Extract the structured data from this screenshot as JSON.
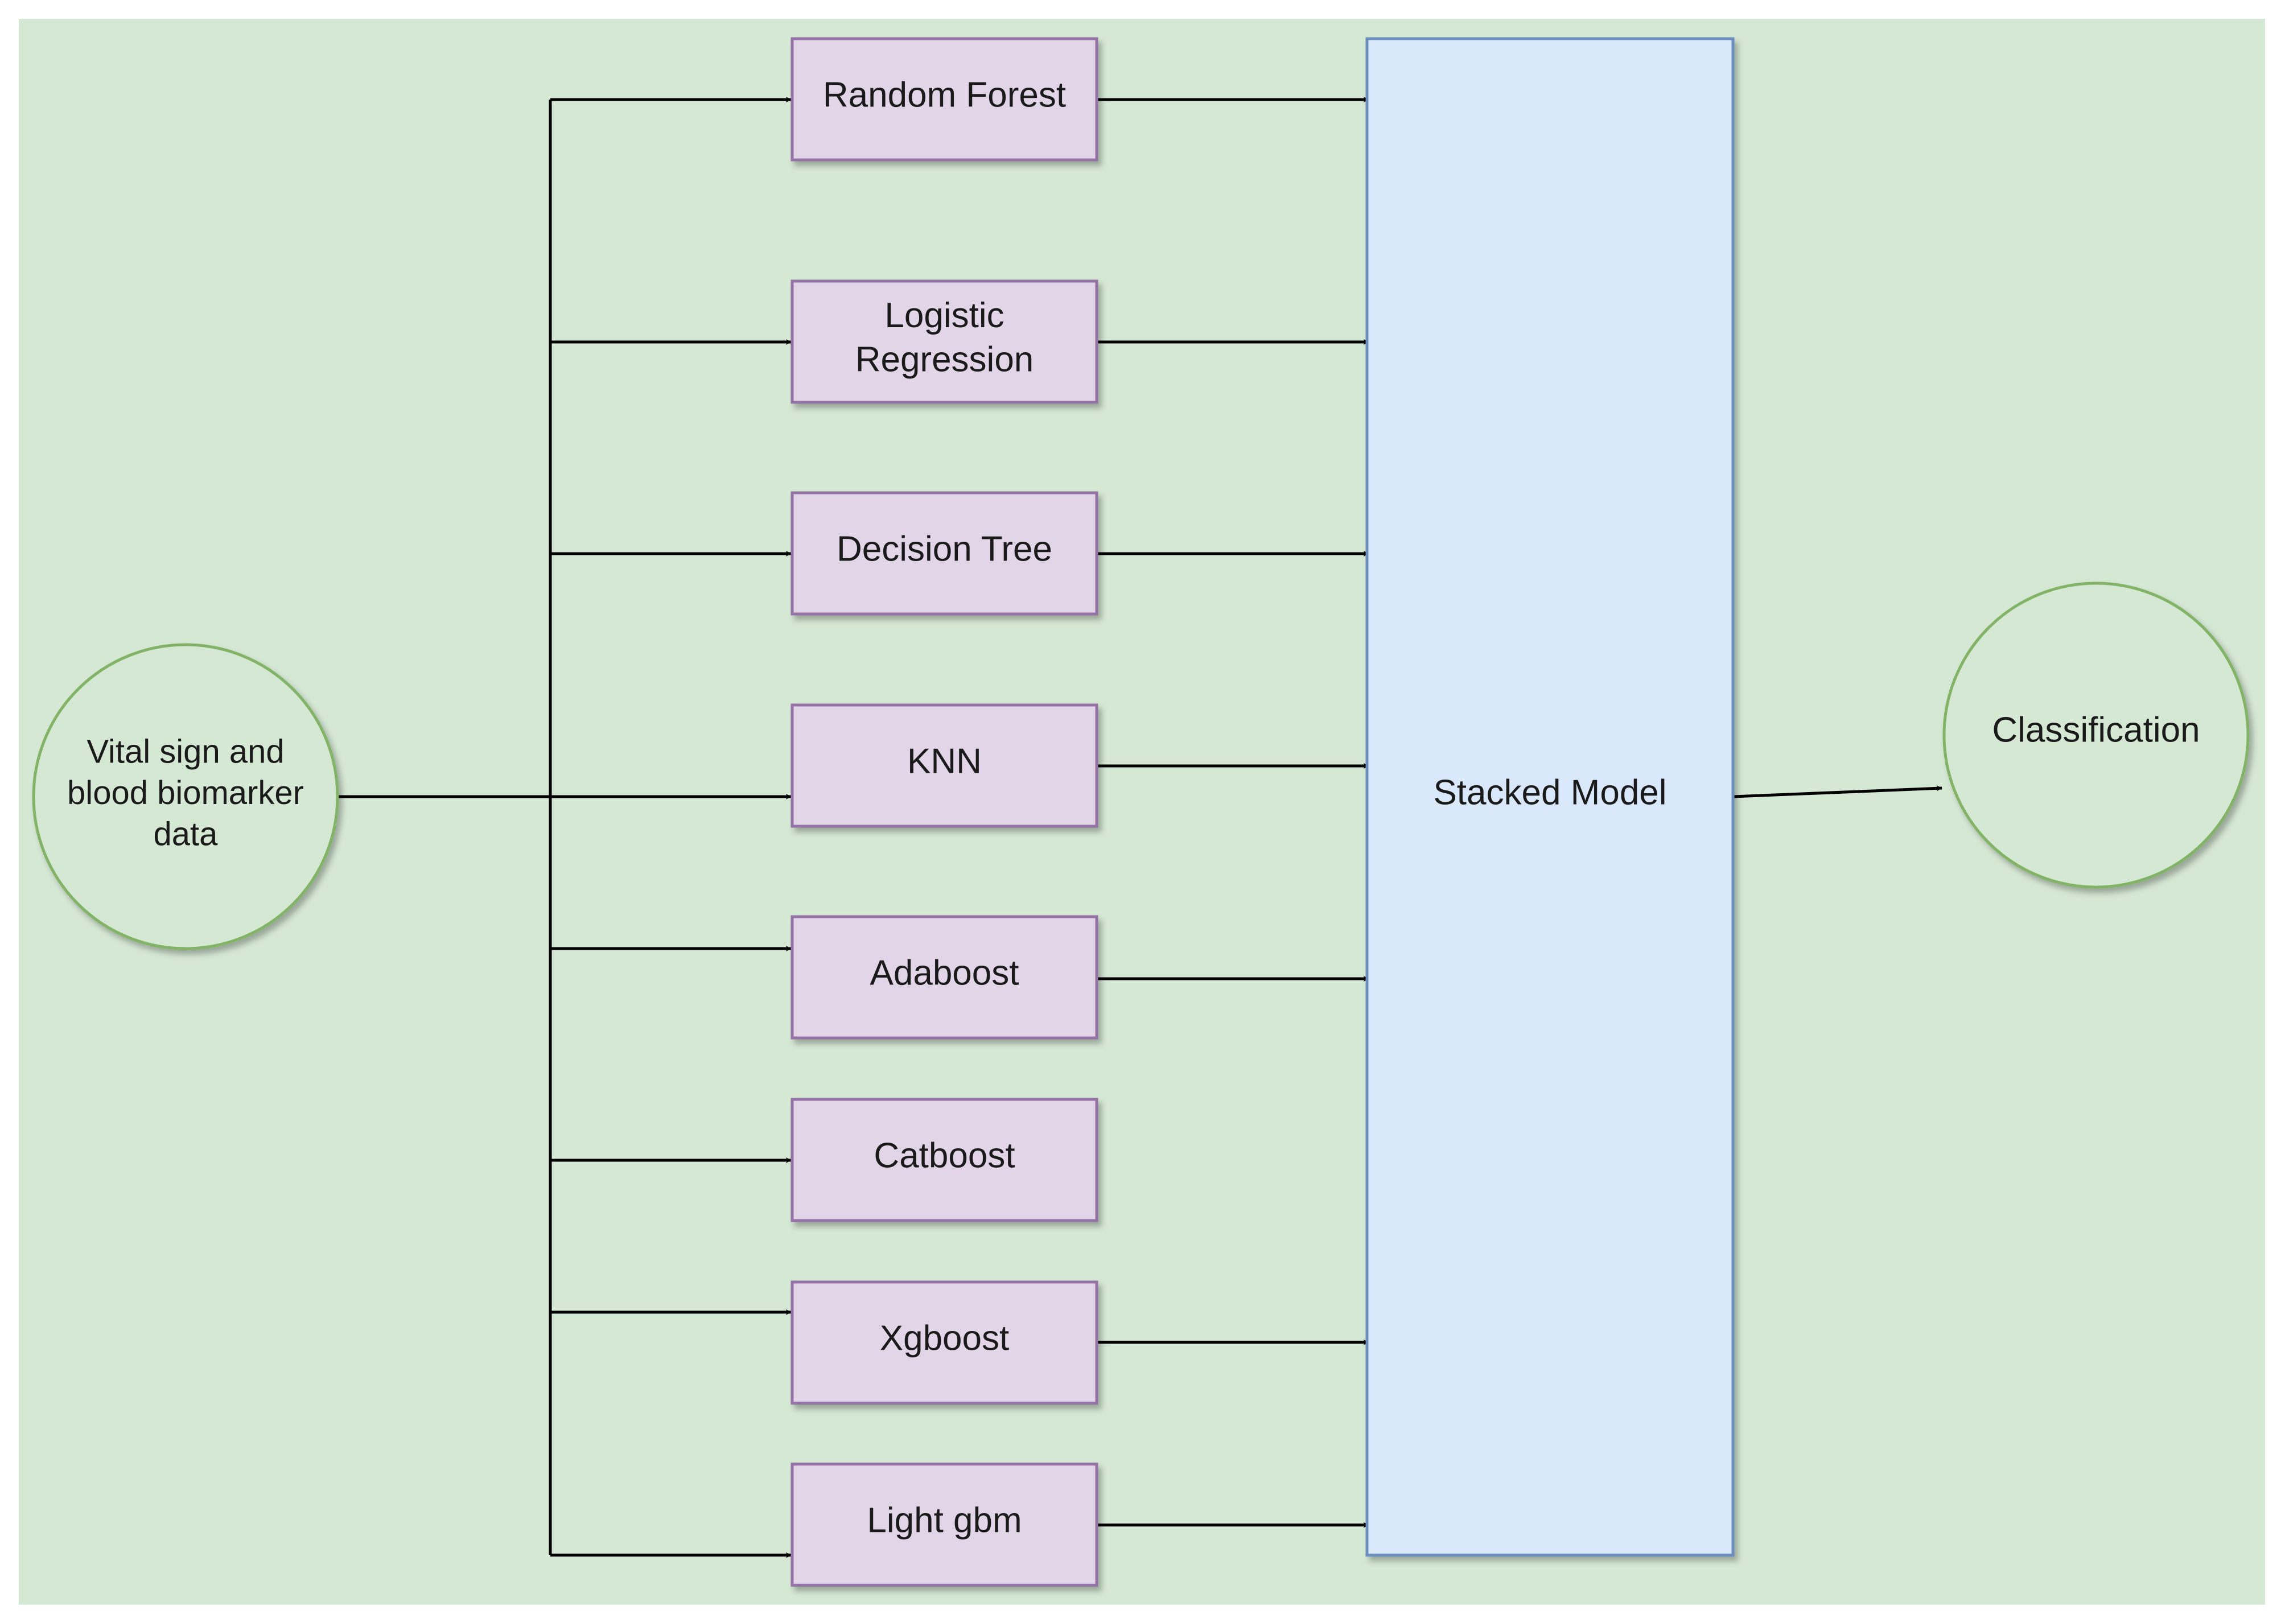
{
  "diagram": {
    "input_node": {
      "lines": [
        "Vital sign and",
        "blood biomarker",
        "data"
      ]
    },
    "models": [
      {
        "label": "Random Forest",
        "lines": [
          "Random Forest"
        ],
        "to_stack": true
      },
      {
        "label": "Logistic Regression",
        "lines": [
          "Logistic",
          "Regression"
        ],
        "to_stack": true
      },
      {
        "label": "Decision Tree",
        "lines": [
          "Decision Tree"
        ],
        "to_stack": true
      },
      {
        "label": "KNN",
        "lines": [
          "KNN"
        ],
        "to_stack": true
      },
      {
        "label": "Adaboost",
        "lines": [
          "Adaboost"
        ],
        "to_stack": true
      },
      {
        "label": "Catboost",
        "lines": [
          "Catboost"
        ],
        "to_stack": false
      },
      {
        "label": "Xgboost",
        "lines": [
          "Xgboost"
        ],
        "to_stack": true
      },
      {
        "label": "Light gbm",
        "lines": [
          "Light gbm"
        ],
        "to_stack": true
      }
    ],
    "stack_node": {
      "label": "Stacked Model"
    },
    "output_node": {
      "label": "Classification"
    },
    "colors": {
      "background": "#d5e8d4",
      "model_fill": "#e1d5e7",
      "model_stroke": "#9673a6",
      "stack_fill": "#dae8fc",
      "stack_stroke": "#6c8ebf",
      "circle_fill": "#d5e8d4",
      "circle_stroke": "#82b366",
      "line": "#000000"
    }
  }
}
